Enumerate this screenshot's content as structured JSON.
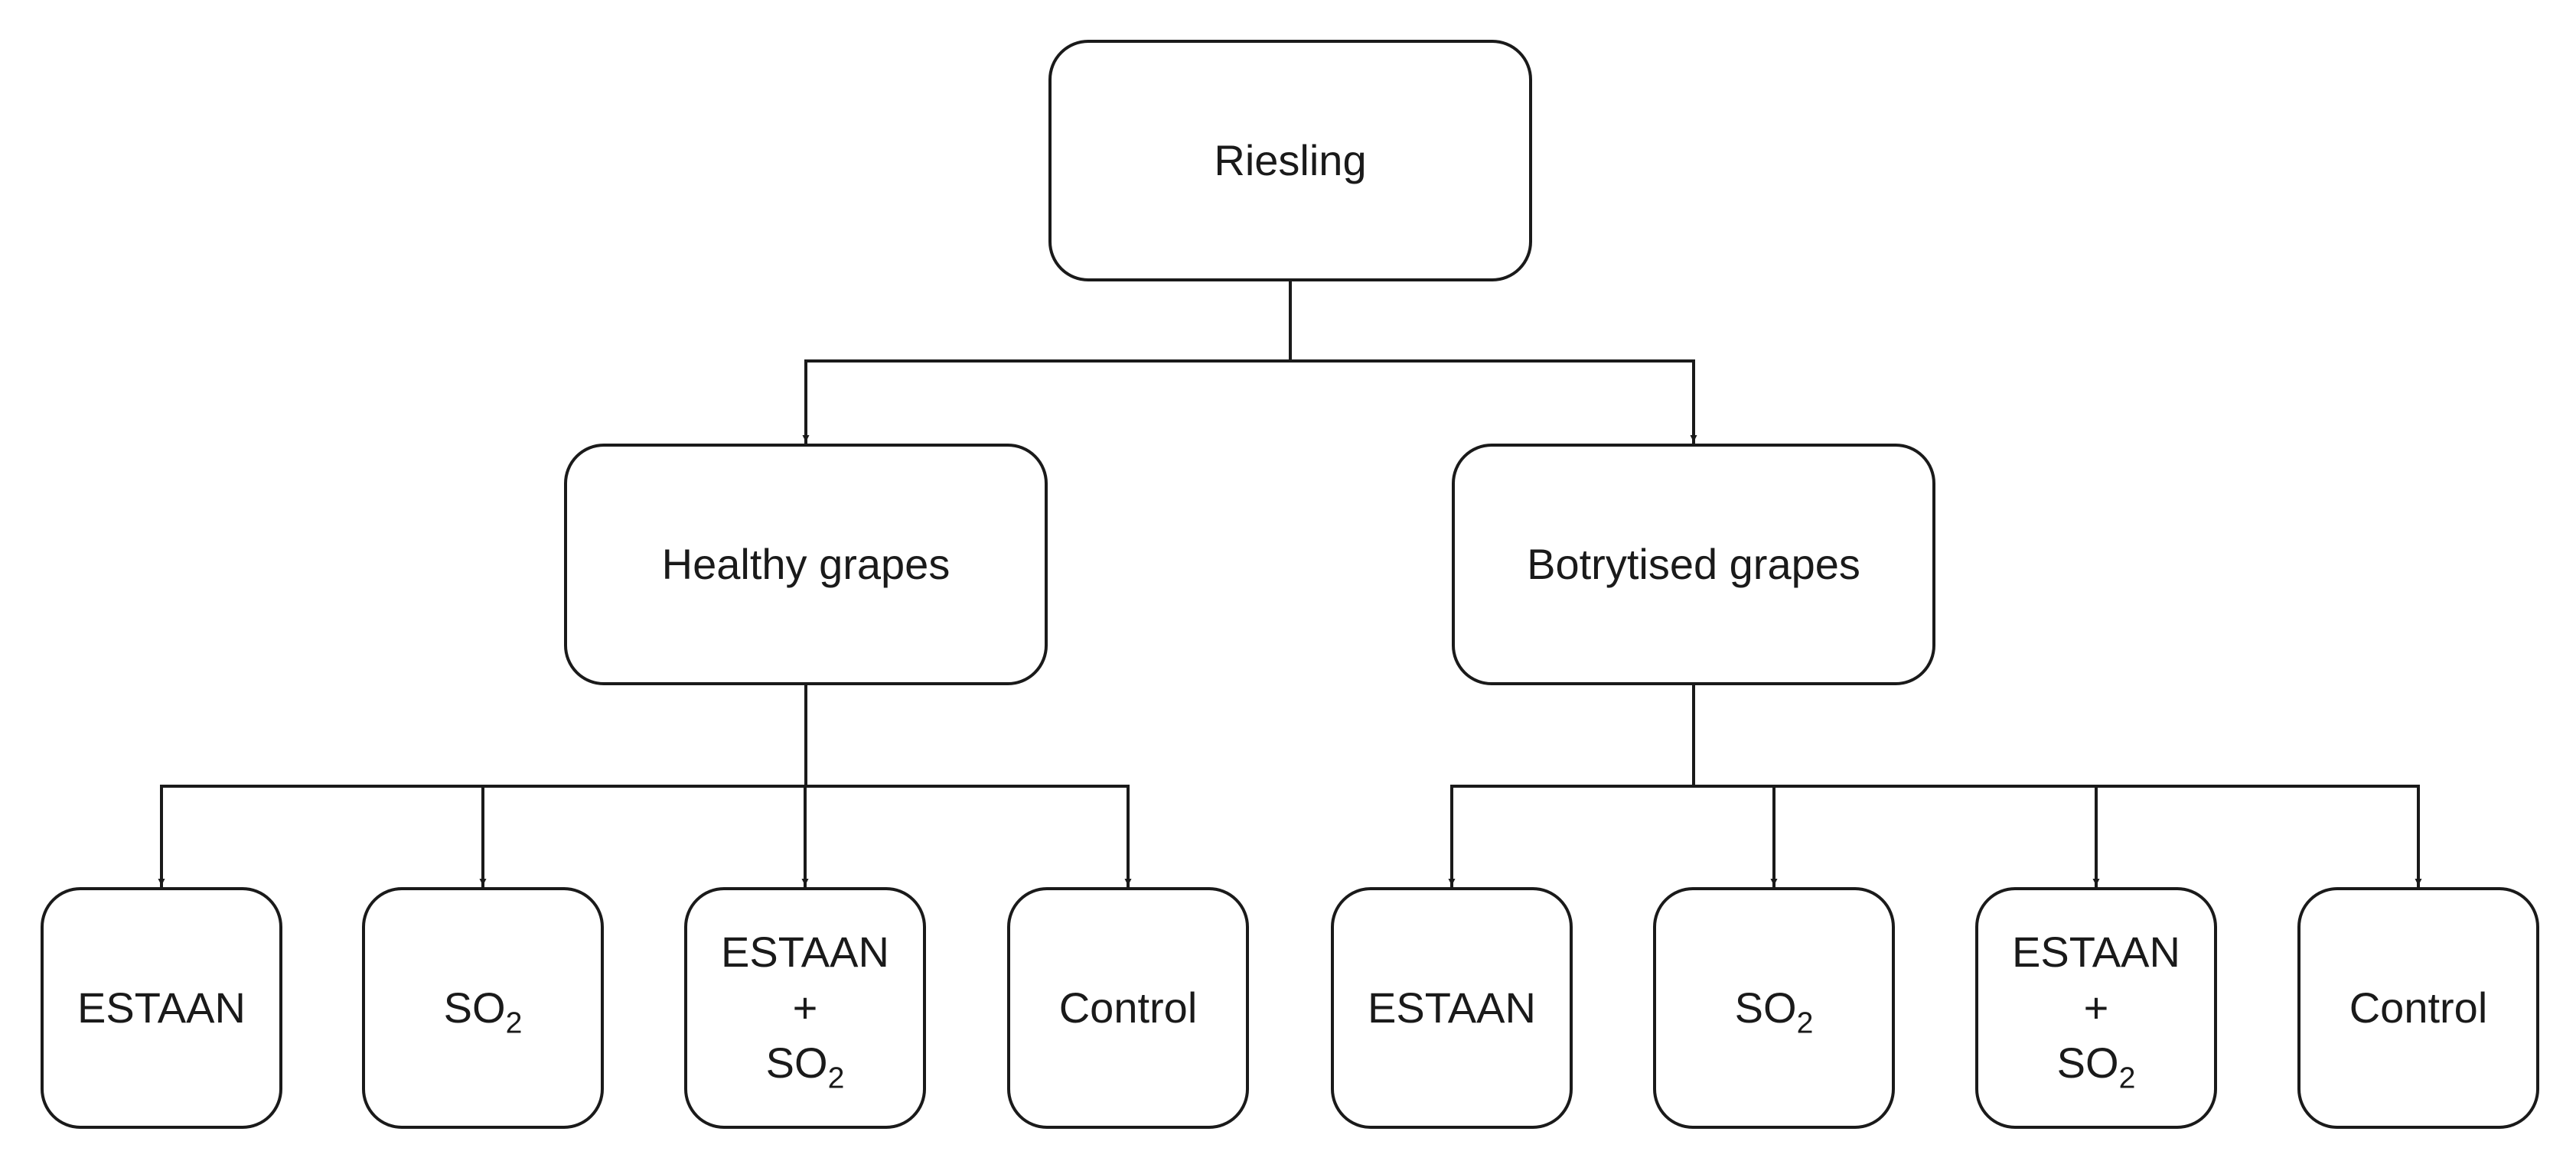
{
  "root": {
    "label": "Riesling"
  },
  "branches": [
    {
      "label": "Healthy grapes",
      "treatments": [
        {
          "kind": "single",
          "label": "ESTAAN"
        },
        {
          "kind": "so2",
          "base": "SO",
          "sub": "2"
        },
        {
          "kind": "combo",
          "top": "ESTAAN",
          "plus": "+",
          "base": "SO",
          "sub": "2"
        },
        {
          "kind": "single",
          "label": "Control"
        }
      ]
    },
    {
      "label": "Botrytised grapes",
      "treatments": [
        {
          "kind": "single",
          "label": "ESTAAN"
        },
        {
          "kind": "so2",
          "base": "SO",
          "sub": "2"
        },
        {
          "kind": "combo",
          "top": "ESTAAN",
          "plus": "+",
          "base": "SO",
          "sub": "2"
        },
        {
          "kind": "single",
          "label": "Control"
        }
      ]
    }
  ],
  "colors": {
    "stroke": "#1a1a1a",
    "fill": "#ffffff"
  }
}
